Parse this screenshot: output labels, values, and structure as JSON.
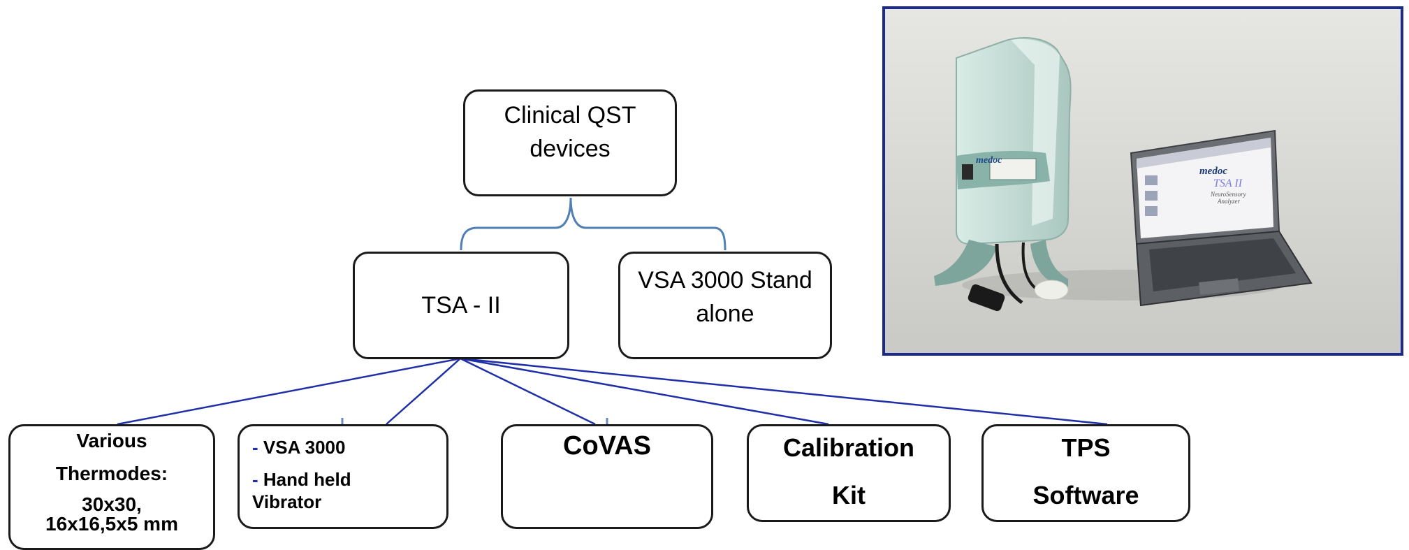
{
  "diagram": {
    "root": {
      "label_line1": "Clinical QST",
      "label_line2": "devices"
    },
    "level2": [
      {
        "label": "TSA - II"
      },
      {
        "label_line1": "VSA 3000 Stand",
        "label_line2": "alone"
      }
    ],
    "leaves": {
      "thermodes": {
        "line1": "Various",
        "line2": "Thermodes:",
        "line3": "30x30,",
        "line4": "16x16,5x5 mm"
      },
      "vibration": {
        "bullet": "-",
        "item1": "VSA 3000",
        "item2_line1": "Hand held",
        "item2_line2": "Vibrator"
      },
      "covas": {
        "label": "CoVAS"
      },
      "calibration": {
        "line1": "Calibration",
        "line2": "Kit"
      },
      "tps": {
        "line1": "TPS",
        "line2": "Software"
      }
    }
  },
  "photo": {
    "device_brand": "medoc",
    "screen_brand": "medoc",
    "screen_title": "TSA II",
    "screen_subtitle_line1": "NeuroSensory",
    "screen_subtitle_line2": "Analyzer",
    "frame_color": "#1c2a8a"
  }
}
